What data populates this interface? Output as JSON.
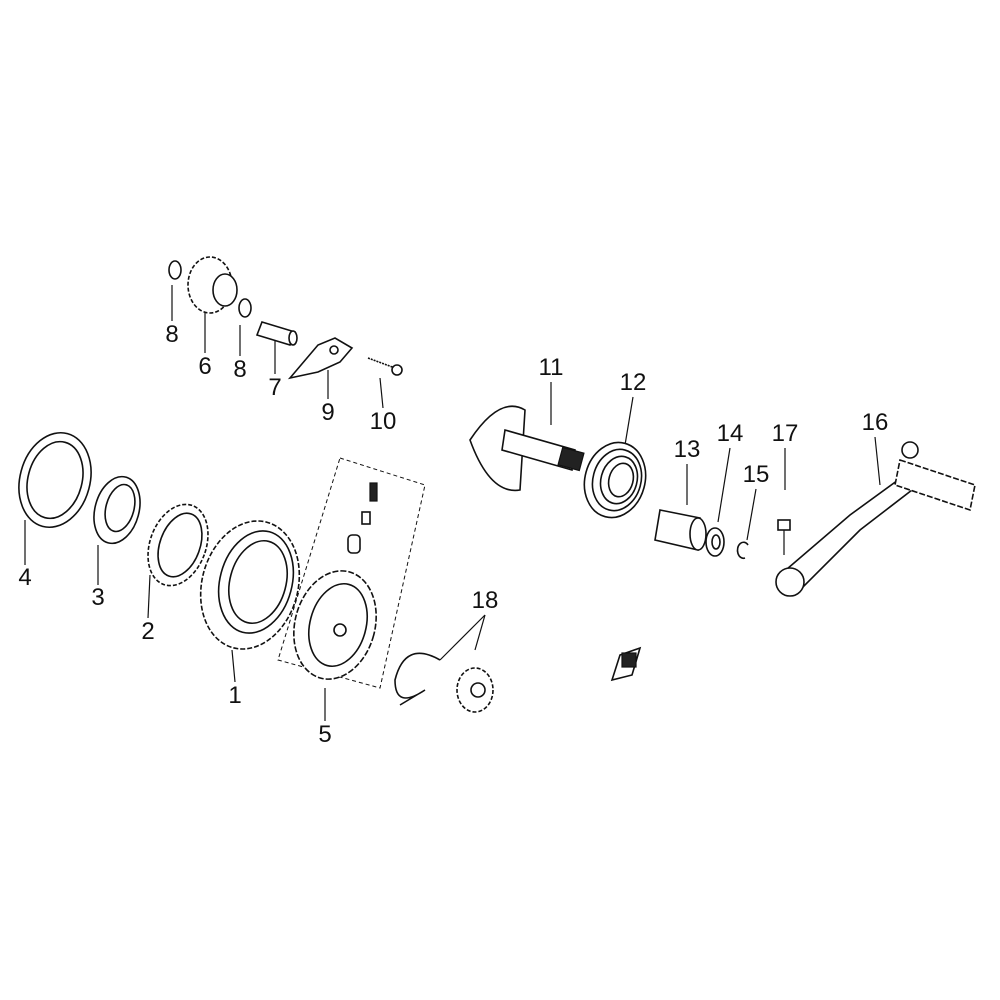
{
  "diagram": {
    "type": "exploded-parts-diagram",
    "callouts": [
      "1",
      "2",
      "3",
      "4",
      "5",
      "6",
      "7",
      "8",
      "8",
      "9",
      "10",
      "11",
      "12",
      "13",
      "14",
      "15",
      "16",
      "17",
      "18"
    ]
  }
}
